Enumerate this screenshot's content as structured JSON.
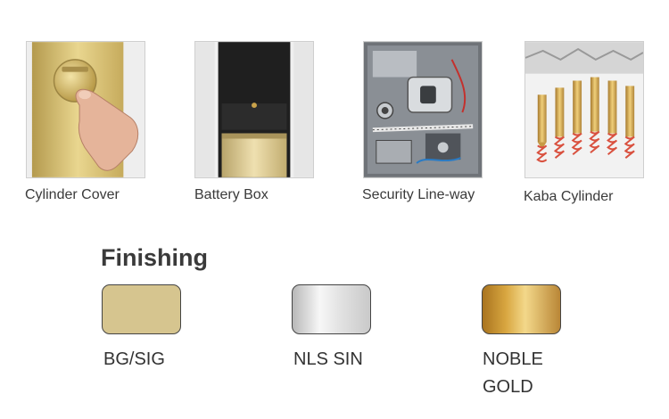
{
  "features": [
    {
      "caption": "Cylinder Cover",
      "icon": "cylinder-cover-photo"
    },
    {
      "caption": "Battery Box",
      "icon": "battery-box-photo"
    },
    {
      "caption": "Security Line-way",
      "icon": "security-line-way-photo"
    },
    {
      "caption": "Kaba Cylinder",
      "icon": "kaba-cylinder-photo"
    }
  ],
  "finishing": {
    "title": "Finishing",
    "swatches": [
      {
        "line1": "BG/SIG",
        "line2": "",
        "color": "#d6c58f"
      },
      {
        "line1": "NLS SIN",
        "line2": "",
        "color": "#e3e3e3"
      },
      {
        "line1": "NOBLE",
        "line2": "GOLD",
        "color": "#d8a640"
      }
    ]
  }
}
